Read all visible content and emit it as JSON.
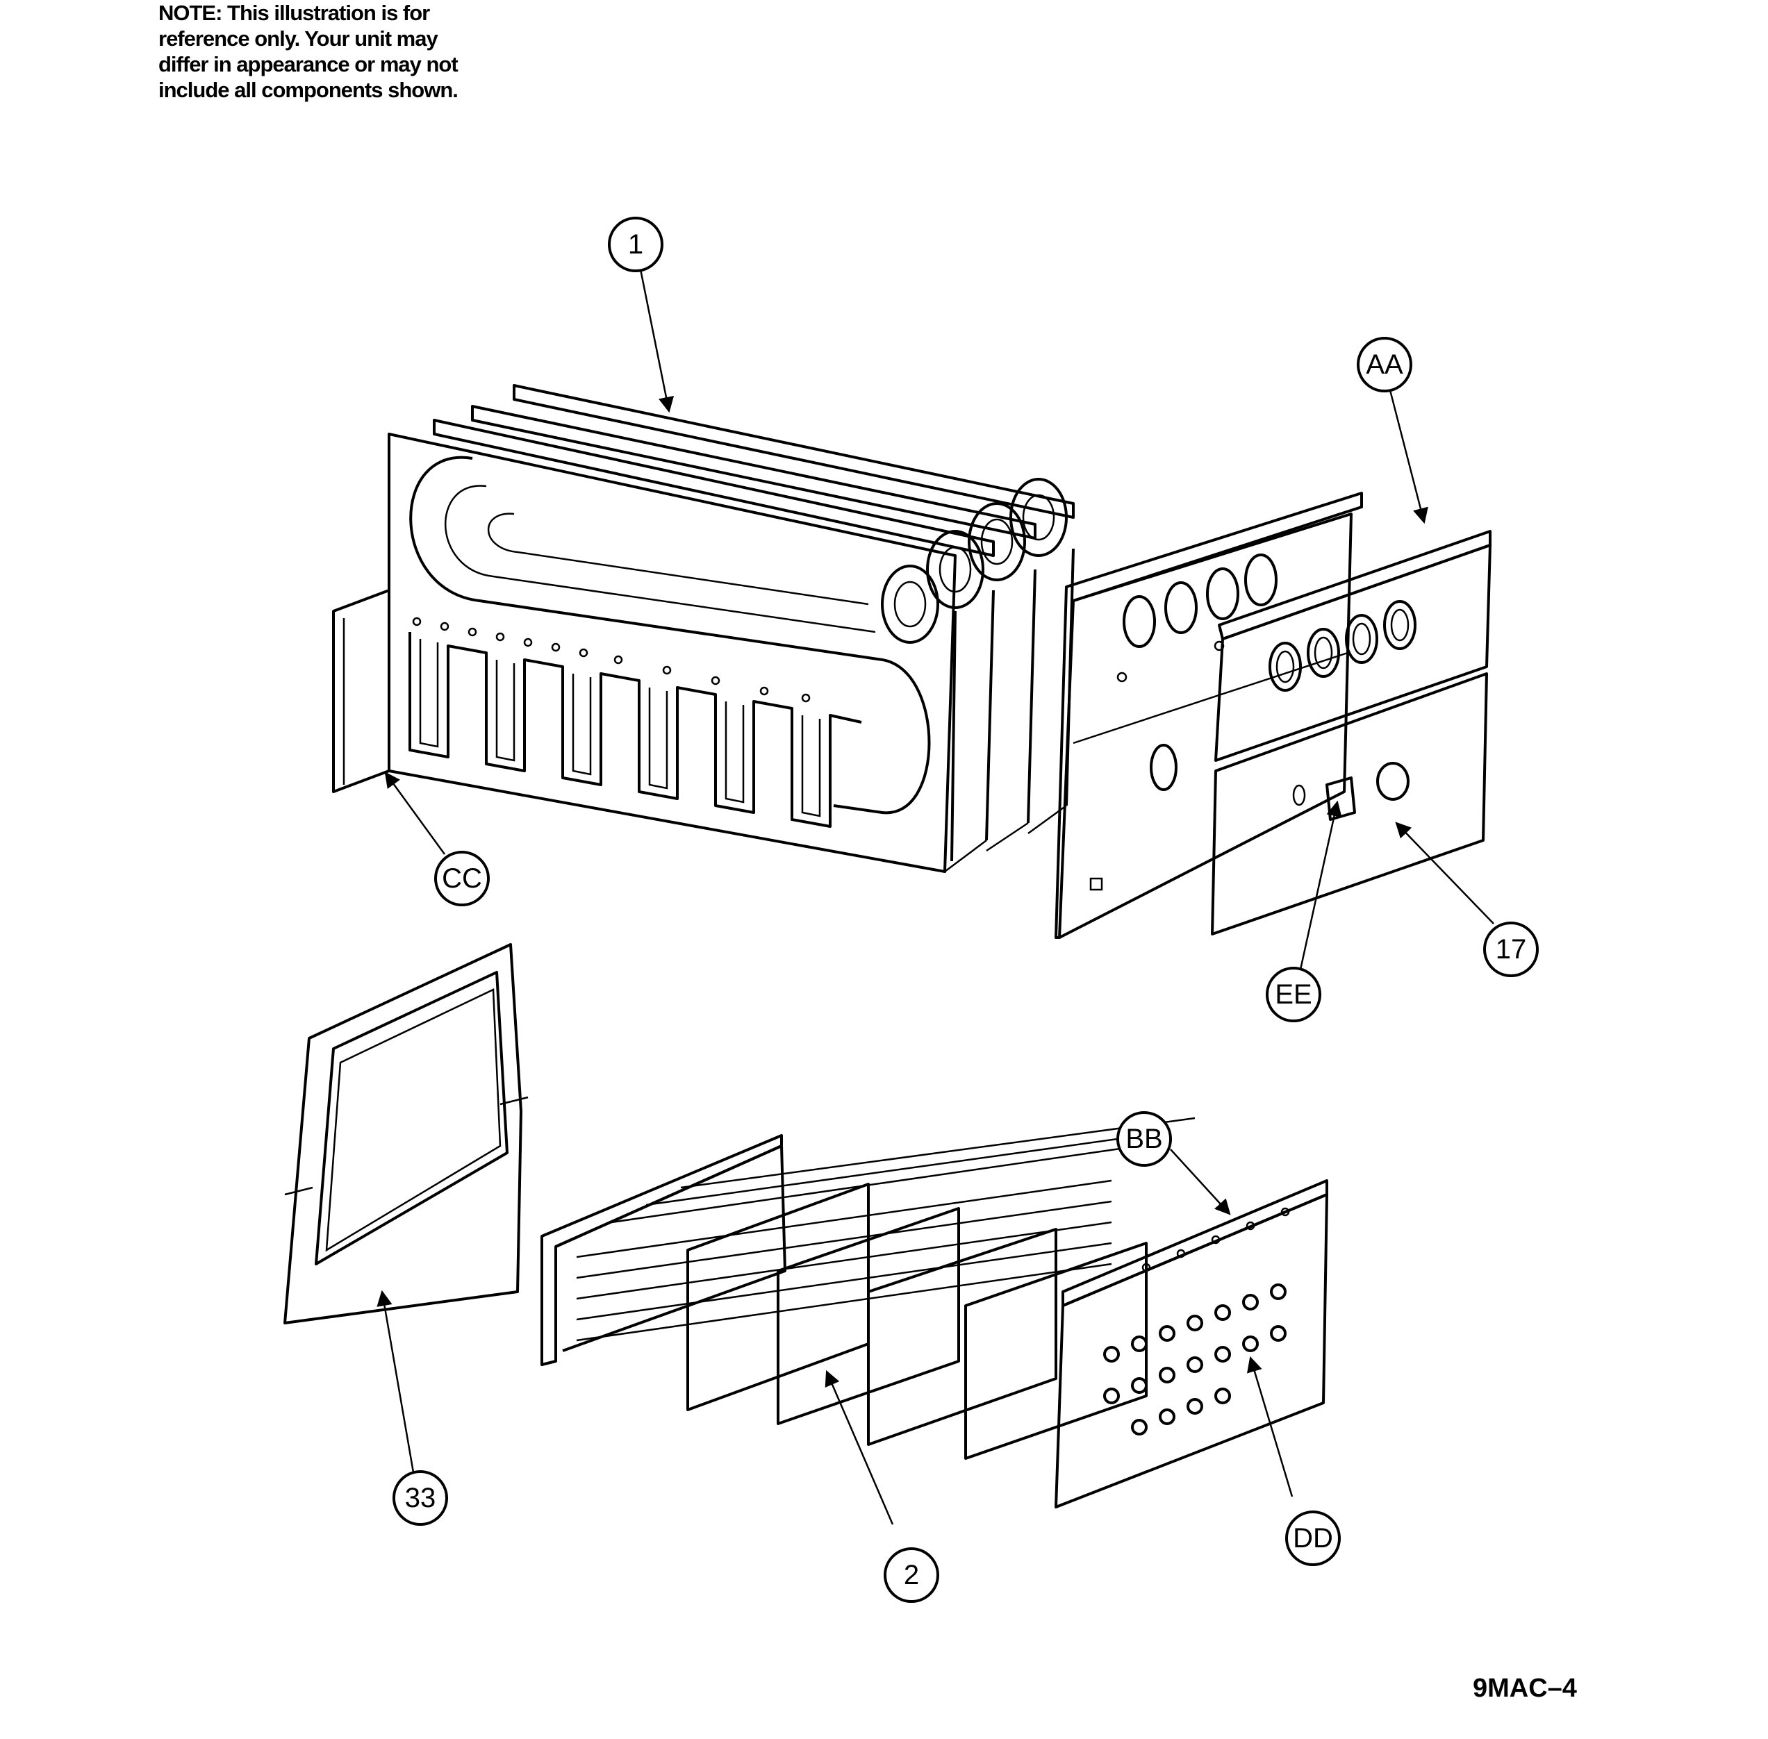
{
  "note": {
    "lines": [
      "NOTE: This illustration is for",
      "reference only. Your unit may",
      "differ in appearance or may not",
      "include all components shown."
    ]
  },
  "figure_code": "9MAC–4",
  "callouts": {
    "c1": "1",
    "c2": "2",
    "c17": "17",
    "c33": "33",
    "aa": "AA",
    "bb": "BB",
    "cc": "CC",
    "dd": "DD",
    "ee": "EE"
  }
}
